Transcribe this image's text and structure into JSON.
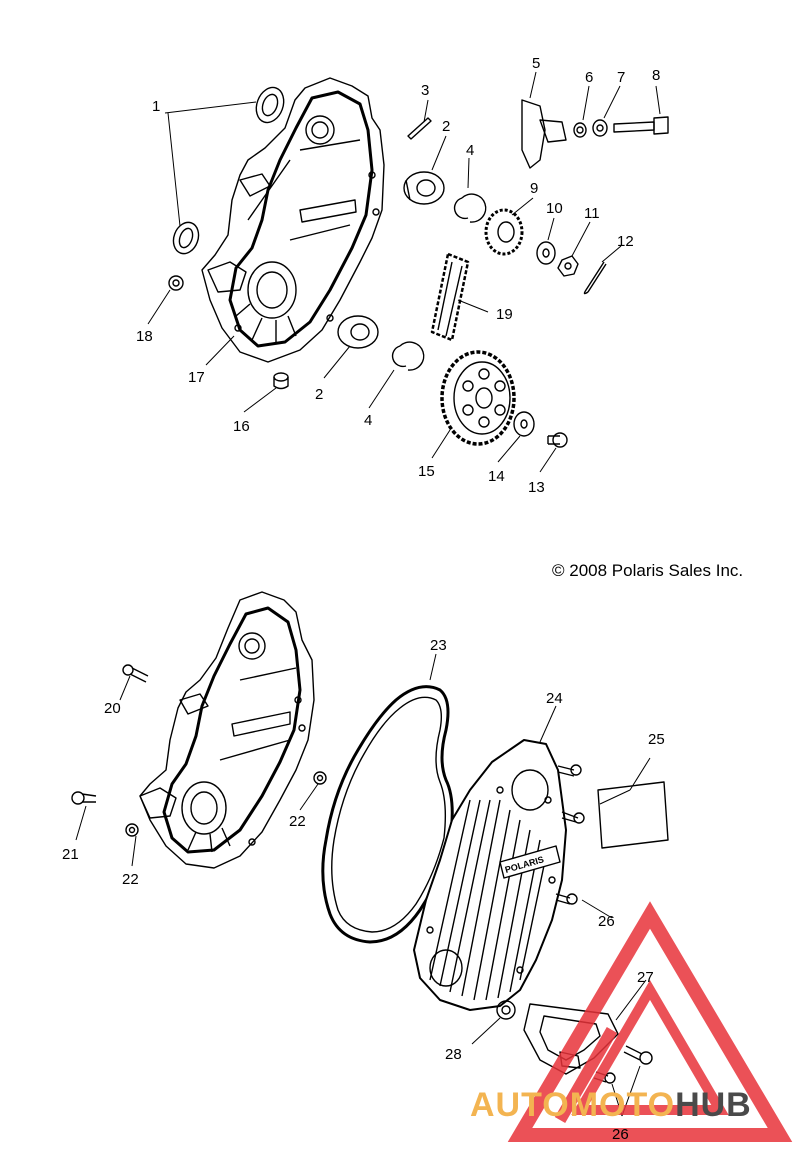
{
  "copyright": "©  2008 Polaris Sales Inc.",
  "cover_brand": "POLARIS",
  "watermark": {
    "part1": "AUTOMOTO",
    "part2": "HUB",
    "accent_color": "#f3b451",
    "dark_color": "#4a4a4a",
    "logo_color": "#e8333a"
  },
  "callouts": {
    "c1": "1",
    "c2a": "2",
    "c2b": "2",
    "c3": "3",
    "c4a": "4",
    "c4b": "4",
    "c5": "5",
    "c6": "6",
    "c7": "7",
    "c8": "8",
    "c9": "9",
    "c10": "10",
    "c11": "11",
    "c12": "12",
    "c13": "13",
    "c14": "14",
    "c15": "15",
    "c16": "16",
    "c17": "17",
    "c18": "18",
    "c19": "19",
    "c20": "20",
    "c21": "21",
    "c22a": "22",
    "c22b": "22",
    "c23": "23",
    "c24": "24",
    "c25": "25",
    "c26a": "26",
    "c26b": "26",
    "c27": "27",
    "c28": "28"
  }
}
